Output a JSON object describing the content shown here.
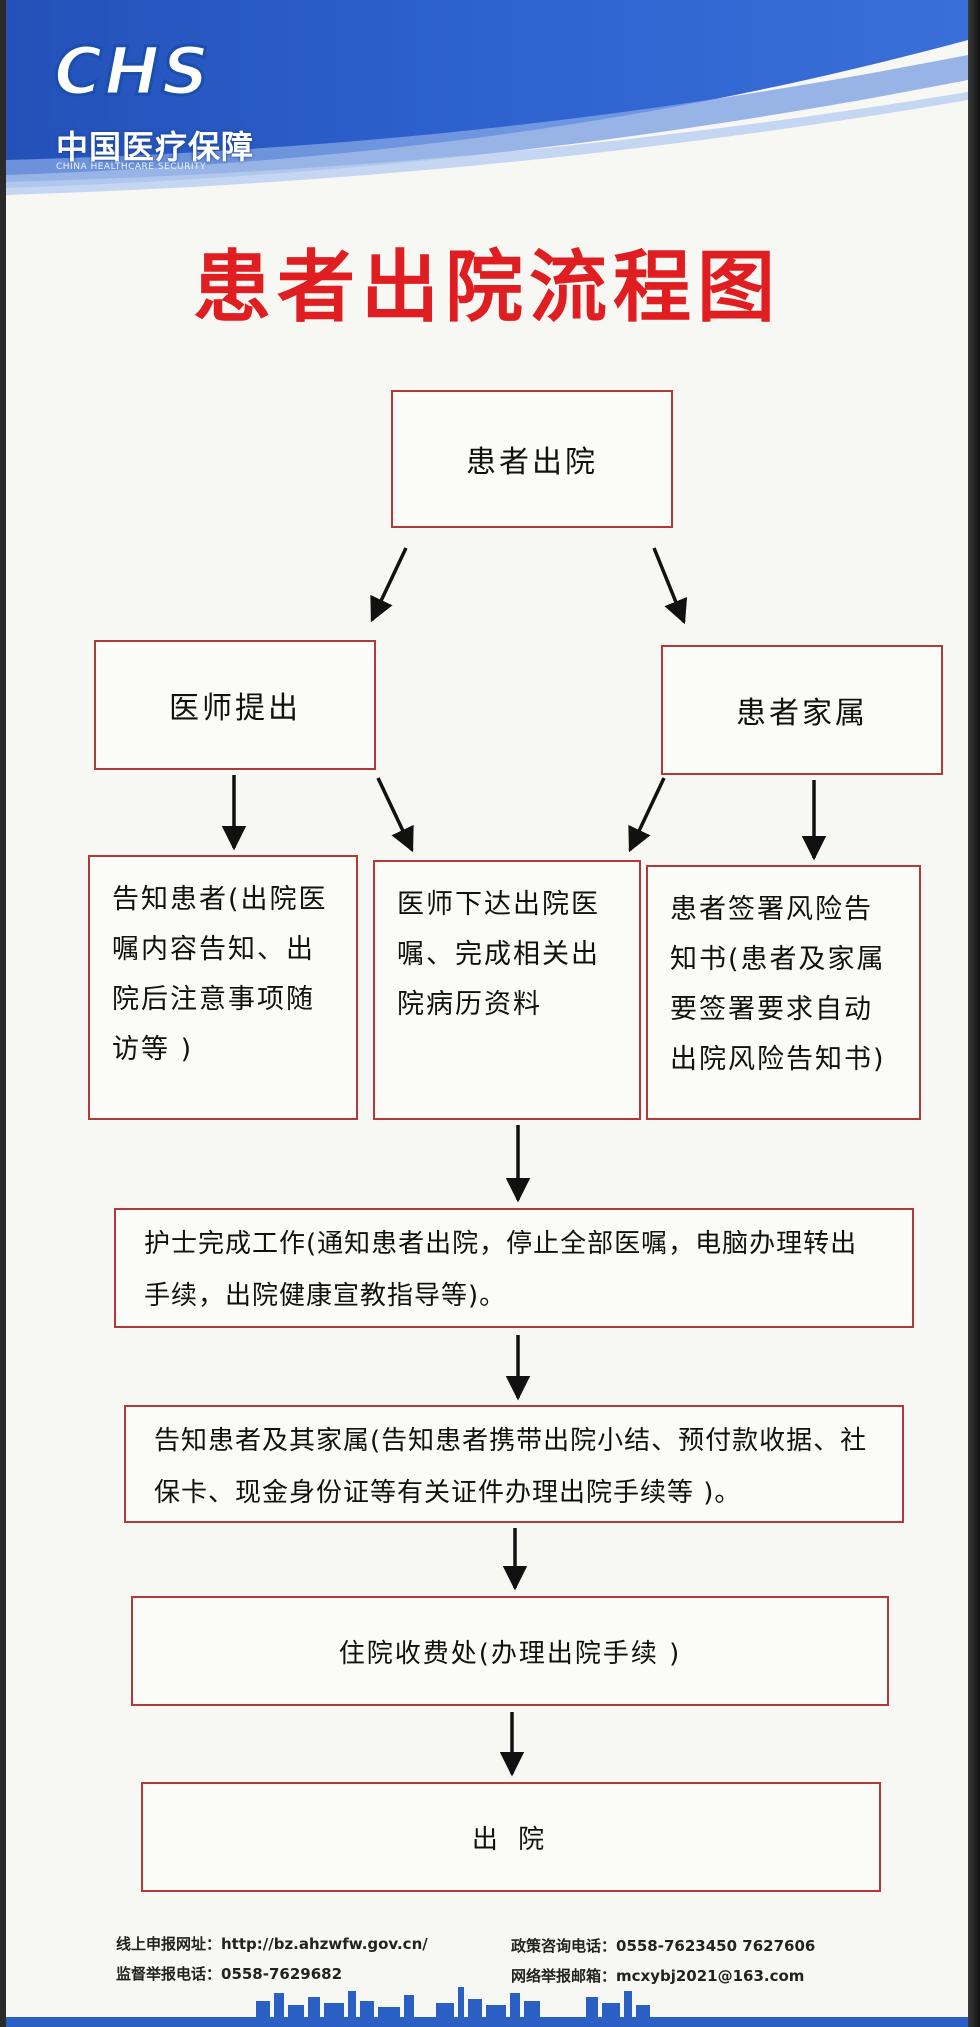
{
  "logo": {
    "mark": "CHS",
    "cn": "中国医疗保障",
    "en": "CHINA HEALTHCARE SECURITY"
  },
  "title": "患者出院流程图",
  "colors": {
    "title_red": "#e01d20",
    "box_border": "#b03a3a",
    "brand_blue": "#1b4fae"
  },
  "flow": {
    "start": "患者出院",
    "doctor": "医师提出",
    "family": "患者家属",
    "notify_patient": "告知患者(出院医嘱内容告知、出院后注意事项随访等 )",
    "doctor_orders": "医师下达出院医嘱、完成相关出院病历资料",
    "risk_sign": "患者签署风险告知书(患者及家属要签署要求自动出院风险告知书)",
    "nurse": "护士完成工作(通知患者出院，停止全部医嘱，电脑办理转出手续，出院健康宣教指导等)。",
    "notify_family": "告知患者及其家属(告知患者携带出院小结、预付款收据、社保卡、现金身份证等有关证件办理出院手续等 )。",
    "billing": "住院收费处(办理出院手续 )",
    "discharge": "出 院"
  },
  "footer": {
    "online_report": "线上申报网址：http://bz.ahzwfw.gov.cn/",
    "supervise_phone": "监督举报电话：0558-7629682",
    "policy_phone": "政策咨询电话：0558-7623450  7627606",
    "report_email": "网络举报邮箱：mcxybj2021@163.com"
  },
  "icons": [
    "arrow-down-icon",
    "arrow-diagonal-icon"
  ]
}
